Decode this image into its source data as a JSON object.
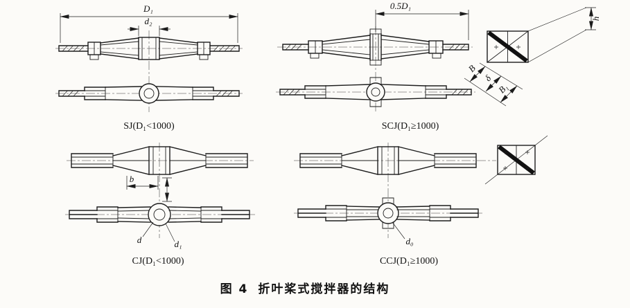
{
  "figure": {
    "caption_prefix": "图 4",
    "caption_title": "折叶桨式搅拌器的结构"
  },
  "subfigures": {
    "sj": {
      "label": "SJ(D₁<1000)",
      "dim_d1": "D₁",
      "dim_d2": "d₂"
    },
    "scj": {
      "label": "SCJ(D₁≥1000)",
      "dim_half_d1": "0.5D₁"
    },
    "cj": {
      "label": "CJ(D₁<1000)",
      "dim_b": "b",
      "dim_d": "d",
      "dim_d1": "d₁"
    },
    "ccj": {
      "label": "CCJ(D₁≥1000)",
      "dim_d0": "d₀"
    },
    "blade_section": {
      "dim_h": "h",
      "dim_b_cap": "B",
      "dim_delta": "δ",
      "dim_b1": "B₁"
    }
  }
}
